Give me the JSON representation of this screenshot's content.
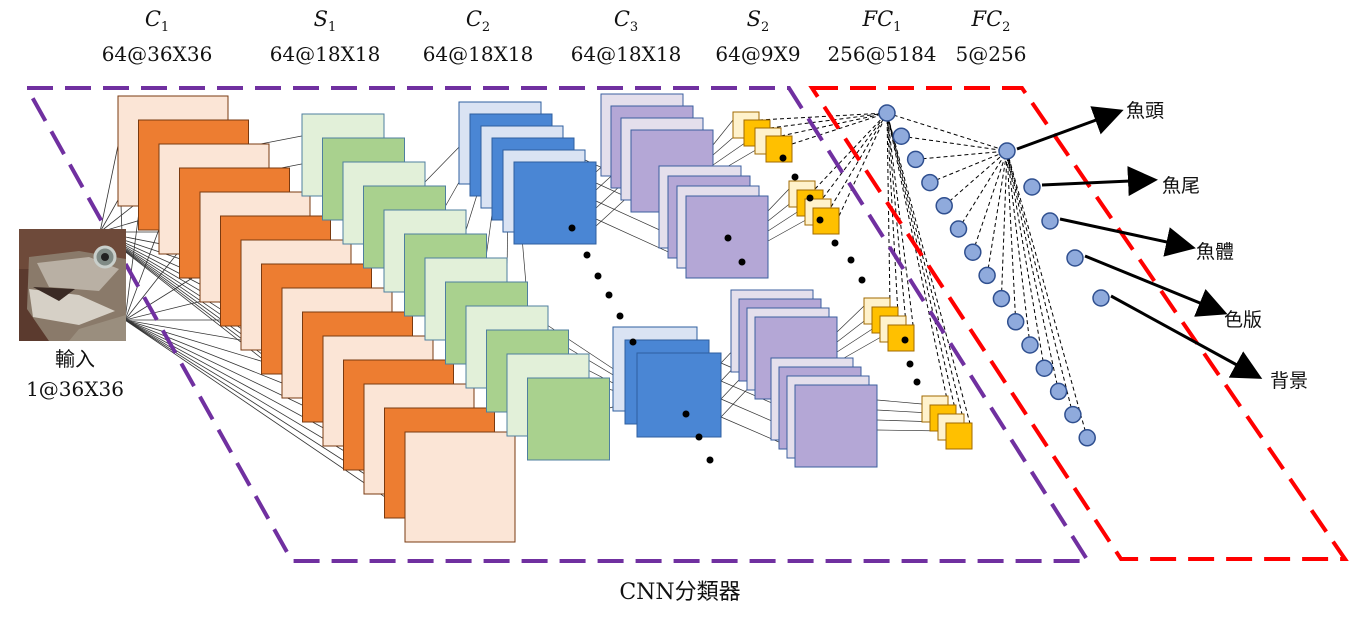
{
  "diagram": {
    "layers": [
      {
        "id": "c1",
        "name": "C",
        "sub": "1",
        "dims": "64@36X36"
      },
      {
        "id": "s1",
        "name": "S",
        "sub": "1",
        "dims": "64@18X18"
      },
      {
        "id": "c2",
        "name": "C",
        "sub": "2",
        "dims": "64@18X18"
      },
      {
        "id": "c3",
        "name": "C",
        "sub": "3",
        "dims": "64@18X18"
      },
      {
        "id": "s2",
        "name": "S",
        "sub": "2",
        "dims": "64@9X9"
      },
      {
        "id": "fc1",
        "name": "FC",
        "sub": "1",
        "dims": "256@5184"
      },
      {
        "id": "fc2",
        "name": "FC",
        "sub": "2",
        "dims": "5@256"
      }
    ],
    "input": {
      "label": "輸入",
      "dims": "1@36X36"
    },
    "outputs": [
      "魚頭",
      "魚尾",
      "魚體",
      "色版",
      "背景"
    ],
    "caption": "CNN分類器",
    "colors": {
      "c1_dark": "#ED7D31",
      "c1_light": "#FBE5D6",
      "s1_dark": "#A9D18E",
      "s1_light": "#E2F0D9",
      "c2_dark": "#4A86D4",
      "c2_light": "#DAE3F3",
      "c3_dark": "#B4A7D6",
      "c3_light": "#E4DFEC",
      "s2_dark": "#FFC000",
      "s2_light": "#FFF2CC",
      "neuron": "#8FAADC",
      "cnn_box": "#7030A0",
      "fc_box": "#FF0000"
    }
  }
}
